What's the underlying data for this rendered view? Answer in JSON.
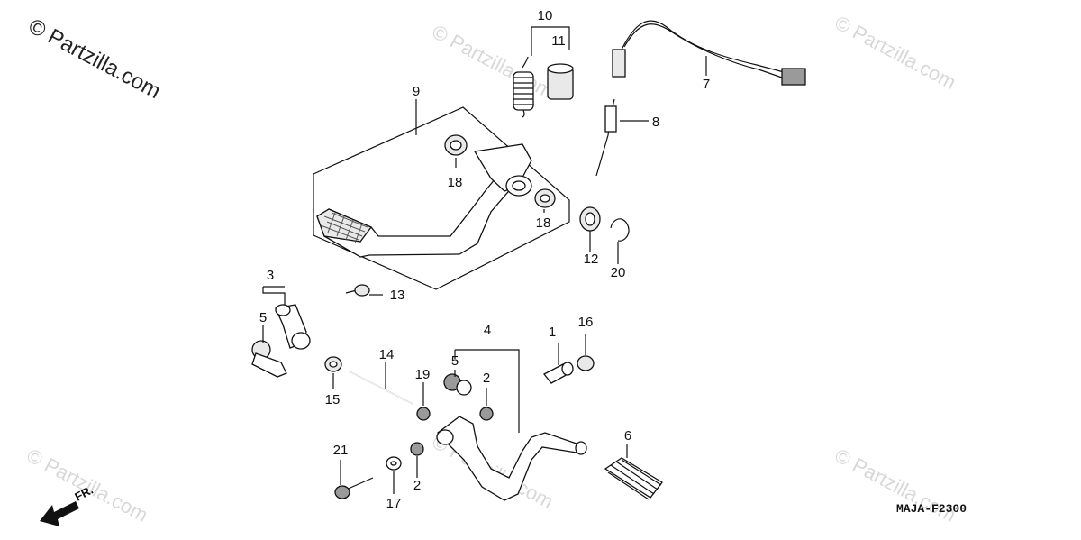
{
  "watermark": {
    "main": "© Partzilla.com",
    "faint": "© Partzilla.com"
  },
  "diagram_code": "MAJA-F2300",
  "direction_label": "FR.",
  "callouts": {
    "p1": "1",
    "p2a": "2",
    "p2b": "2",
    "p3": "3",
    "p4": "4",
    "p5a": "5",
    "p5b": "5",
    "p6": "6",
    "p7": "7",
    "p8": "8",
    "p9": "9",
    "p10": "10",
    "p11": "11",
    "p12": "12",
    "p13": "13",
    "p14": "14",
    "p15": "15",
    "p16": "16",
    "p17": "17",
    "p18a": "18",
    "p18b": "18",
    "p19": "19",
    "p20": "20",
    "p21": "21"
  },
  "icons": {
    "direction": "front-direction-arrow-icon"
  }
}
